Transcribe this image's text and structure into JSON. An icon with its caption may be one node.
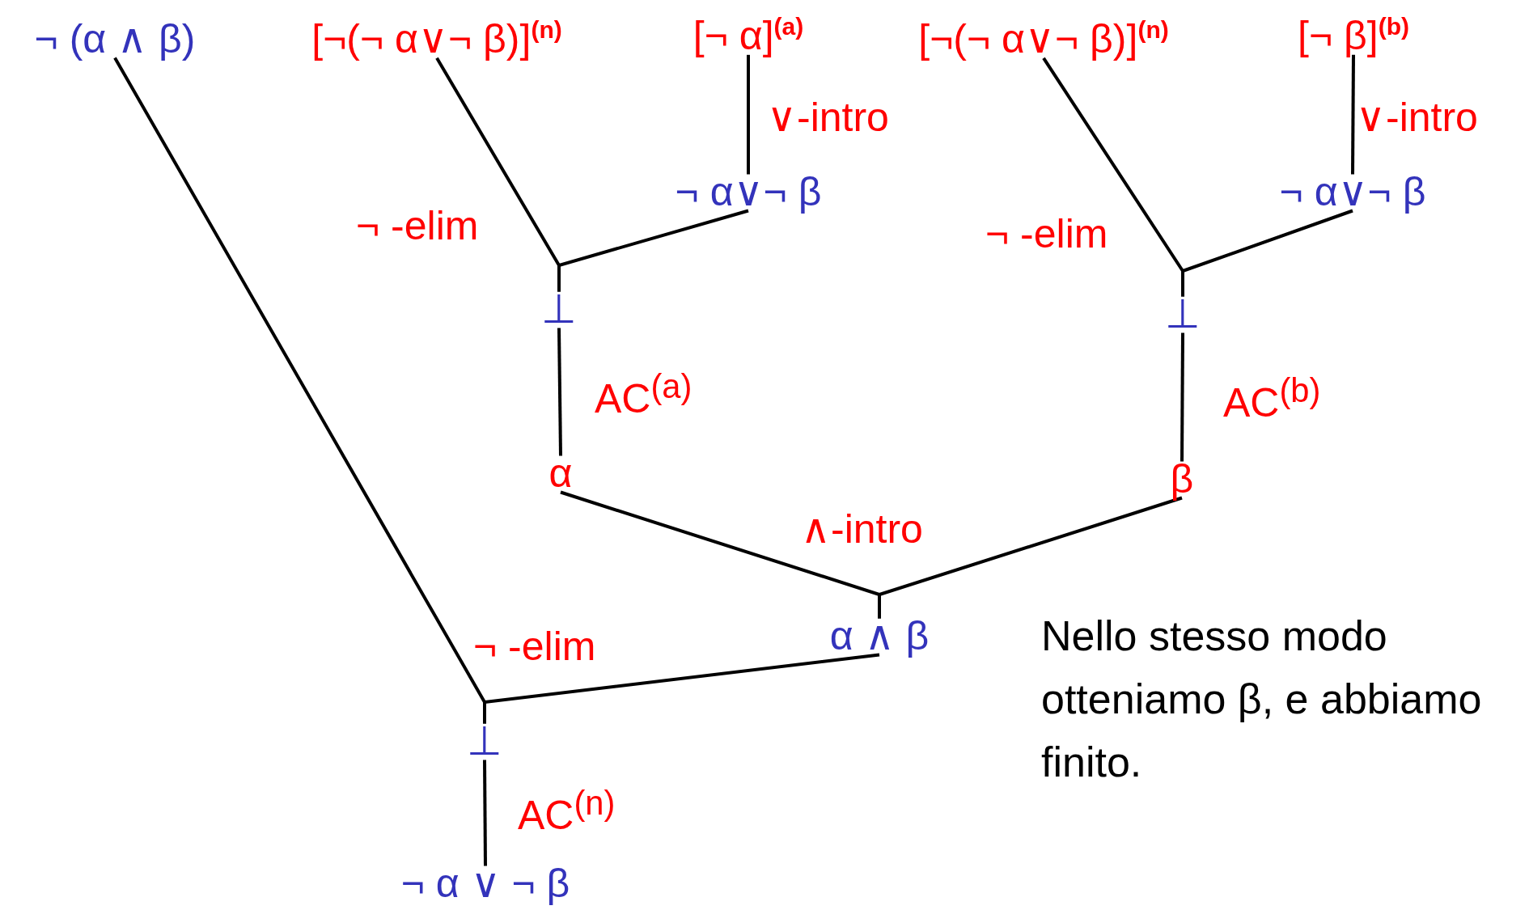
{
  "diagram": {
    "nodes": [
      {
        "text": [
          "¬ (α ∧ β)"
        ]
      },
      {
        "text": [
          "[¬(¬ α∨¬ β)]$^{(n)}$"
        ]
      },
      {
        "text": [
          "[¬ α]$^{(a)}$"
        ]
      },
      {
        "text": [
          "[¬(¬ α∨¬ β)]$^{(n)}$"
        ]
      },
      {
        "text": [
          "[¬ β]$^{(b)}$"
        ]
      },
      {
        "text": [
          "¬ α∨¬ β"
        ]
      },
      {
        "text": [
          "¬ α∨¬ β"
        ]
      },
      {
        "text": [
          "⊥"
        ]
      },
      {
        "text": [
          "⊥"
        ]
      },
      {
        "text": [
          "α"
        ]
      },
      {
        "text": [
          "β"
        ]
      },
      {
        "text": [
          "α ∧ β"
        ]
      },
      {
        "text": [
          "⊥"
        ]
      },
      {
        "text": [
          "¬ α ∨ ¬ β"
        ]
      }
    ],
    "edges": [
      {
        "from": 2,
        "to": 5,
        "arrow": "none"
      },
      {
        "from": 4,
        "to": 6,
        "arrow": "none"
      },
      {
        "from": 1,
        "to": 7,
        "arrow": "none"
      },
      {
        "from": 5,
        "to": 7,
        "arrow": "none"
      },
      {
        "from": 3,
        "to": 8,
        "arrow": "none"
      },
      {
        "from": 6,
        "to": 8,
        "arrow": "none"
      },
      {
        "from": 7,
        "to": 9,
        "arrow": "none"
      },
      {
        "from": 8,
        "to": 10,
        "arrow": "none"
      },
      {
        "from": 9,
        "to": 11,
        "arrow": "none"
      },
      {
        "from": 10,
        "to": 11,
        "arrow": "none"
      },
      {
        "from": 0,
        "to": 12,
        "arrow": "none"
      },
      {
        "from": 11,
        "to": 12,
        "arrow": "none"
      },
      {
        "from": 12,
        "to": 13,
        "arrow": "none"
      }
    ],
    "labels": [
      "∨-intro",
      "∨-intro",
      "¬ -elim",
      "¬ -elim",
      "AC$^{(a)}$",
      "AC$^{(b)}$",
      "∧-intro",
      "¬ -elim",
      "AC$^{(n)}$",
      "Nello stesso modo otteniamo β, e abbiamo finito."
    ]
  }
}
